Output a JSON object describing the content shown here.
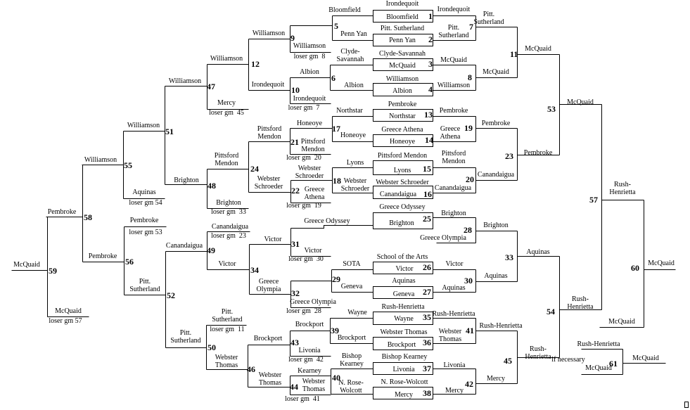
{
  "labels": [
    "Irondequoit",
    "Bloomfield",
    "Pitt. Sutherland",
    "Penn Yan",
    "Clyde-Savannah",
    "McQuaid",
    "Williamson",
    "Albion",
    "Pembroke",
    "Northstar",
    "Greece Athena",
    "Honeoye",
    "Pittsford Mendon",
    "Lyons",
    "Webster Schroeder",
    "Canandaigua",
    "Greece Odyssey",
    "Brighton",
    "School of the Arts",
    "Victor",
    "Aquinas",
    "Geneva",
    "Rush-Henrietta",
    "Wayne",
    "Webster Thomas",
    "Brockport",
    "Bishop Kearney",
    "Livonia",
    "N. Rose-Wolcott",
    "Mercy",
    "Bloomfield",
    "Penn Yan",
    "Clyde-\nSavannah",
    "Albion",
    "Northstar",
    "Honeoye",
    "Lyons",
    "Webster\nSchroeder",
    "Greece Odyssey",
    "SOTA",
    "Geneva",
    "Wayne",
    "Brockport",
    "Bishop\nKearney",
    "N. Rose-\nWolcott",
    "Irondequoit",
    "Pitt.\nSutherland",
    "McQuaid",
    "Williamson",
    "Pembroke",
    "Greece\nAthena",
    "Pittsford\nMendon",
    "Canandaigua",
    "Brighton",
    "Greece Olympia",
    "Victor",
    "Aquinas",
    "Rush-Henrietta",
    "Webster\nThomas",
    "Livonia",
    "Mercy",
    "Pitt.\nSutherland",
    "McQuaid",
    "Pembroke",
    "Canandaigua",
    "Brighton",
    "Aquinas",
    "Rush-Henrietta",
    "Mercy",
    "McQuaid",
    "Pembroke",
    "Aquinas",
    "Rush-\nHenrietta",
    "McQuaid",
    "Rush-\nHenrietta",
    "Rush-\nHenrietta",
    "McQuaid",
    "McQuaid",
    "Rush-Henrietta",
    "if necessary",
    "McQuaid",
    "McQuaid",
    "Williamson",
    "Williamson",
    "loser gm  8",
    "Williamson",
    "Irondequoit",
    "Albion",
    "Irondequoit",
    "loser gm  7",
    "Williamson",
    "Mercy",
    "loser gm  45",
    "Williamson",
    "Pittsford\nMendon",
    "Honeoye",
    "Pittsford\nMendon",
    "loser gm  20",
    "Pittsford\nMendon",
    "Webster\nSchroeder",
    "Webster\nSchroeder",
    "Greece\nAthena",
    "loser gm  19",
    "Brighton",
    "Brighton",
    "loser gm  33",
    "Williamson",
    "Aquinas",
    "loser gm 54",
    "Pembroke",
    "Pembroke",
    "loser gm 53",
    "Pembroke",
    "McQuaid",
    "McQuaid",
    "loser gm 57",
    "Canandaigua",
    "Pitt.\nSutherland",
    "Canandaigua",
    "loser gm  23",
    "Victor",
    "Victor",
    "Greece\nOlympia",
    "Victor",
    "loser gm  30",
    "Greece Olympia",
    "loser gm  28",
    "Pitt.\nSutherland",
    "Pitt.\nSutherland",
    "loser gm  11",
    "Webster\nThomas",
    "Brockport",
    "Webster\nThomas",
    "Brockport",
    "Livonia",
    "loser gm  42",
    "Kearney",
    "Webster\nThomas",
    "loser gm  41"
  ],
  "game_numbers": [
    "1",
    "2",
    "3",
    "4",
    "5",
    "6",
    "7",
    "8",
    "9",
    "10",
    "11",
    "12",
    "13",
    "14",
    "15",
    "16",
    "17",
    "18",
    "19",
    "20",
    "21",
    "22",
    "23",
    "24",
    "25",
    "26",
    "27",
    "28",
    "29",
    "30",
    "31",
    "32",
    "33",
    "34",
    "35",
    "36",
    "37",
    "38",
    "39",
    "40",
    "41",
    "42",
    "43",
    "44",
    "45",
    "46",
    "47",
    "48",
    "49",
    "50",
    "51",
    "52",
    "53",
    "54",
    "55",
    "56",
    "57",
    "58",
    "59",
    "60",
    "61"
  ]
}
